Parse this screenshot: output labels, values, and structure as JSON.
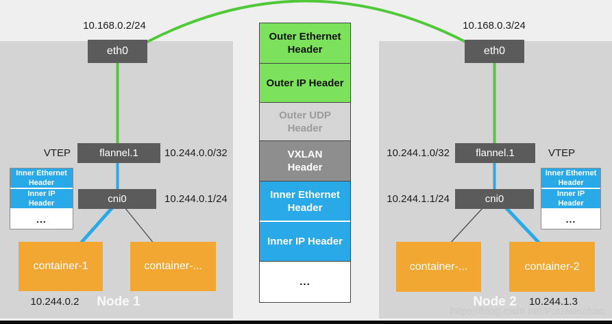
{
  "packet_stack": {
    "rows": [
      {
        "label": "Outer Ethernet\nHeader"
      },
      {
        "label": "Outer IP Header"
      },
      {
        "label": "Outer UDP\nHeader"
      },
      {
        "label": "VXLAN\nHeader"
      },
      {
        "label": "Inner Ethernet\nHeader"
      },
      {
        "label": "Inner IP Header"
      },
      {
        "label": "..."
      }
    ]
  },
  "node1": {
    "label": "Node 1",
    "eth_ip": "10.168.0.2/24",
    "eth_label": "eth0",
    "vtep_label": "VTEP",
    "flannel_label": "flannel.1",
    "flannel_ip": "10.244.0.0/32",
    "cni_label": "cni0",
    "cni_ip": "10.244.0.1/24",
    "container_a": "container-1",
    "container_b": "container-...",
    "pod_ip": "10.244.0.2",
    "inner_stack": [
      "Inner Ethernet\nHeader",
      "Inner IP\nHeader",
      "..."
    ]
  },
  "node2": {
    "label": "Node 2",
    "eth_ip": "10.168.0.3/24",
    "eth_label": "eth0",
    "vtep_label": "VTEP",
    "flannel_label": "flannel.1",
    "flannel_ip": "10.244.1.0/32",
    "cni_label": "cni0",
    "cni_ip": "10.244.1.1/24",
    "container_a": "container-...",
    "container_b": "container-2",
    "pod_ip": "10.244.1.3",
    "inner_stack": [
      "Inner Ethernet\nHeader",
      "Inner IP\nHeader",
      "..."
    ]
  },
  "watermark": "https://blog.csdn.net/Puuwuuchao",
  "colors": {
    "page_bg": "#efefef",
    "node_bg": "#d4d4d4",
    "dark_box": "#5b5b5b",
    "green_fill": "#7de25b",
    "green_line": "#50c838",
    "blue": "#29a9e8",
    "orange": "#f3a733",
    "udp_gray": "#d5d5d5",
    "vxlan_gray": "#8e8e8e"
  }
}
